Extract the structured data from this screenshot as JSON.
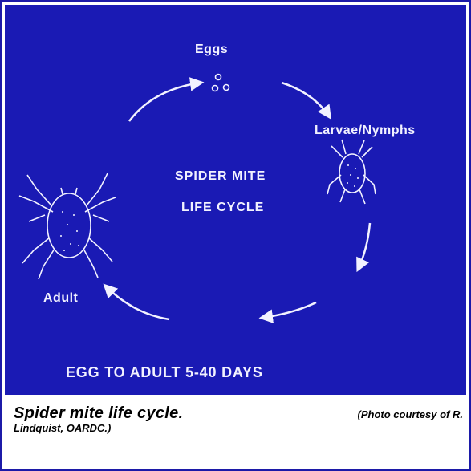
{
  "diagram": {
    "title_line1": "SPIDER MITE",
    "title_line2": "LIFE CYCLE",
    "stages": {
      "eggs": "Eggs",
      "larvae": "Larvae/Nymphs",
      "adult": "Adult"
    },
    "duration": "EGG TO ADULT 5-40 DAYS"
  },
  "caption": {
    "main": "Spider mite life cycle.",
    "credit_line1": "(Photo courtesy of R.",
    "credit_line2": "Lindquist, OARDC.)"
  },
  "colors": {
    "background": "#1a1ab4",
    "line_art": "#f2f2ff",
    "border": "#1c1aa8",
    "caption_text": "#000000"
  }
}
